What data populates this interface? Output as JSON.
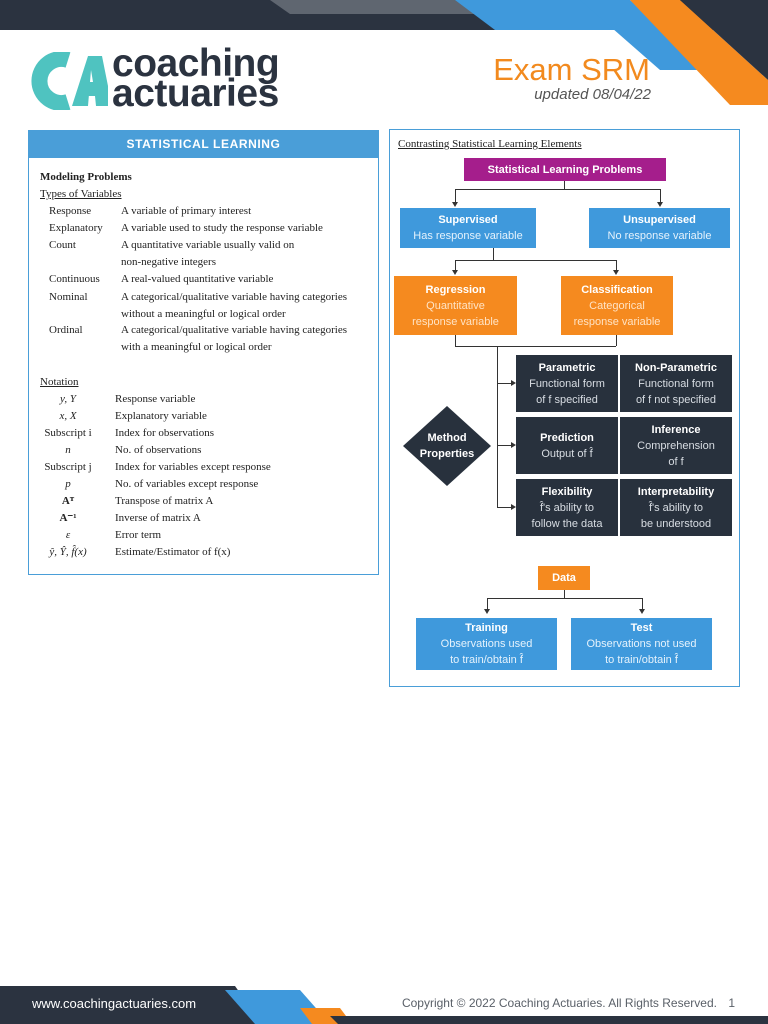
{
  "header": {
    "logo_line1": "coaching",
    "logo_line2": "actuaries",
    "exam_title": "Exam SRM",
    "updated": "updated 08/04/22"
  },
  "left_panel": {
    "title": "STATISTICAL LEARNING",
    "modeling_problems": "Modeling Problems",
    "types_of_variables": "Types of Variables",
    "variables": [
      {
        "term": "Response",
        "def": [
          "A variable of primary interest"
        ]
      },
      {
        "term": "Explanatory",
        "def": [
          "A variable used to study the response variable"
        ]
      },
      {
        "term": "Count",
        "def": [
          "A quantitative variable usually valid on",
          "non-negative integers"
        ]
      },
      {
        "term": "Continuous",
        "def": [
          "A real-valued quantitative variable"
        ]
      },
      {
        "term": "Nominal",
        "def": [
          "A categorical/qualitative variable having categories",
          "without a meaningful or logical order"
        ]
      },
      {
        "term": "Ordinal",
        "def": [
          "A categorical/qualitative variable having categories",
          "with a meaningful or logical order"
        ]
      }
    ],
    "notation_label": "Notation",
    "notation": [
      {
        "sym": "y, Y",
        "def": "Response variable"
      },
      {
        "sym": "x, X",
        "def": "Explanatory variable"
      },
      {
        "sym": "Subscript i",
        "def": "Index for observations"
      },
      {
        "sym": "n",
        "def": "No. of observations"
      },
      {
        "sym": "Subscript j",
        "def": "Index for variables except response"
      },
      {
        "sym": "p",
        "def": "No. of variables except response"
      },
      {
        "sym": "Aᵀ",
        "def": "Transpose of matrix A"
      },
      {
        "sym": "A⁻¹",
        "def": "Inverse of matrix A"
      },
      {
        "sym": "ε",
        "def": "Error term"
      },
      {
        "sym": "ŷ, Ŷ, f̂(x)",
        "def": "Estimate/Estimator of f(x)"
      }
    ]
  },
  "right_panel": {
    "title": "Contrasting Statistical Learning Elements",
    "slp": "Statistical Learning Problems",
    "supervised": {
      "title": "Supervised",
      "sub": "Has response variable"
    },
    "unsupervised": {
      "title": "Unsupervised",
      "sub": "No response variable"
    },
    "regression": {
      "title": "Regression",
      "sub1": "Quantitative",
      "sub2": "response variable"
    },
    "classification": {
      "title": "Classification",
      "sub1": "Categorical",
      "sub2": "response variable"
    },
    "method_props": {
      "line1": "Method",
      "line2": "Properties"
    },
    "parametric": {
      "title": "Parametric",
      "sub1": "Functional form",
      "sub2": "of f specified"
    },
    "nonparametric": {
      "title": "Non-Parametric",
      "sub1": "Functional form",
      "sub2": "of f not specified"
    },
    "prediction": {
      "title": "Prediction",
      "sub1": "Output of f̂"
    },
    "inference": {
      "title": "Inference",
      "sub1": "Comprehension",
      "sub2": "of f"
    },
    "flexibility": {
      "title": "Flexibility",
      "sub1": "f̂'s ability to",
      "sub2": "follow the data"
    },
    "interpretability": {
      "title": "Interpretability",
      "sub1": "f̂'s ability to",
      "sub2": "be understood"
    },
    "data": "Data",
    "training": {
      "title": "Training",
      "sub1": "Observations used",
      "sub2": "to train/obtain f̂"
    },
    "test": {
      "title": "Test",
      "sub1": "Observations not used",
      "sub2": "to train/obtain f̂"
    }
  },
  "footer": {
    "url": "www.coachingactuaries.com",
    "copyright": "Copyright © 2022 Coaching Actuaries. All Rights Reserved.",
    "page": "1"
  },
  "colors": {
    "dark": "#28313d",
    "blue": "#3f99dc",
    "orange": "#f58a1f",
    "teal": "#4fc3c0",
    "magenta": "#a51e8c"
  }
}
